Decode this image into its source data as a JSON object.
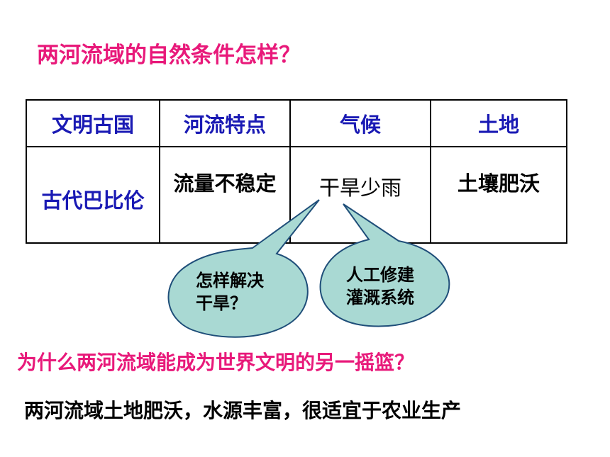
{
  "title": "两河流域的自然条件怎样？",
  "table": {
    "headers": [
      "文明古国",
      "河流特点",
      "气候",
      "土地"
    ],
    "row": {
      "civilization": "古代巴比伦",
      "river": "流量不稳定",
      "climate": "干旱少雨",
      "land": "土壤肥沃"
    }
  },
  "bubbles": {
    "question": [
      "怎样解决",
      "干旱？"
    ],
    "answer": [
      "人工修建",
      "灌溉系统"
    ]
  },
  "colors": {
    "title": "#e8197a",
    "header": "#1a1ab4",
    "bubble_fill": "#a9d9d3",
    "bubble_stroke": "#1f4e79"
  },
  "question2": "为什么两河流域能成为世界文明的另一摇篮？",
  "answer": "两河流域土地肥沃，水源丰富，很适宜于农业生产"
}
